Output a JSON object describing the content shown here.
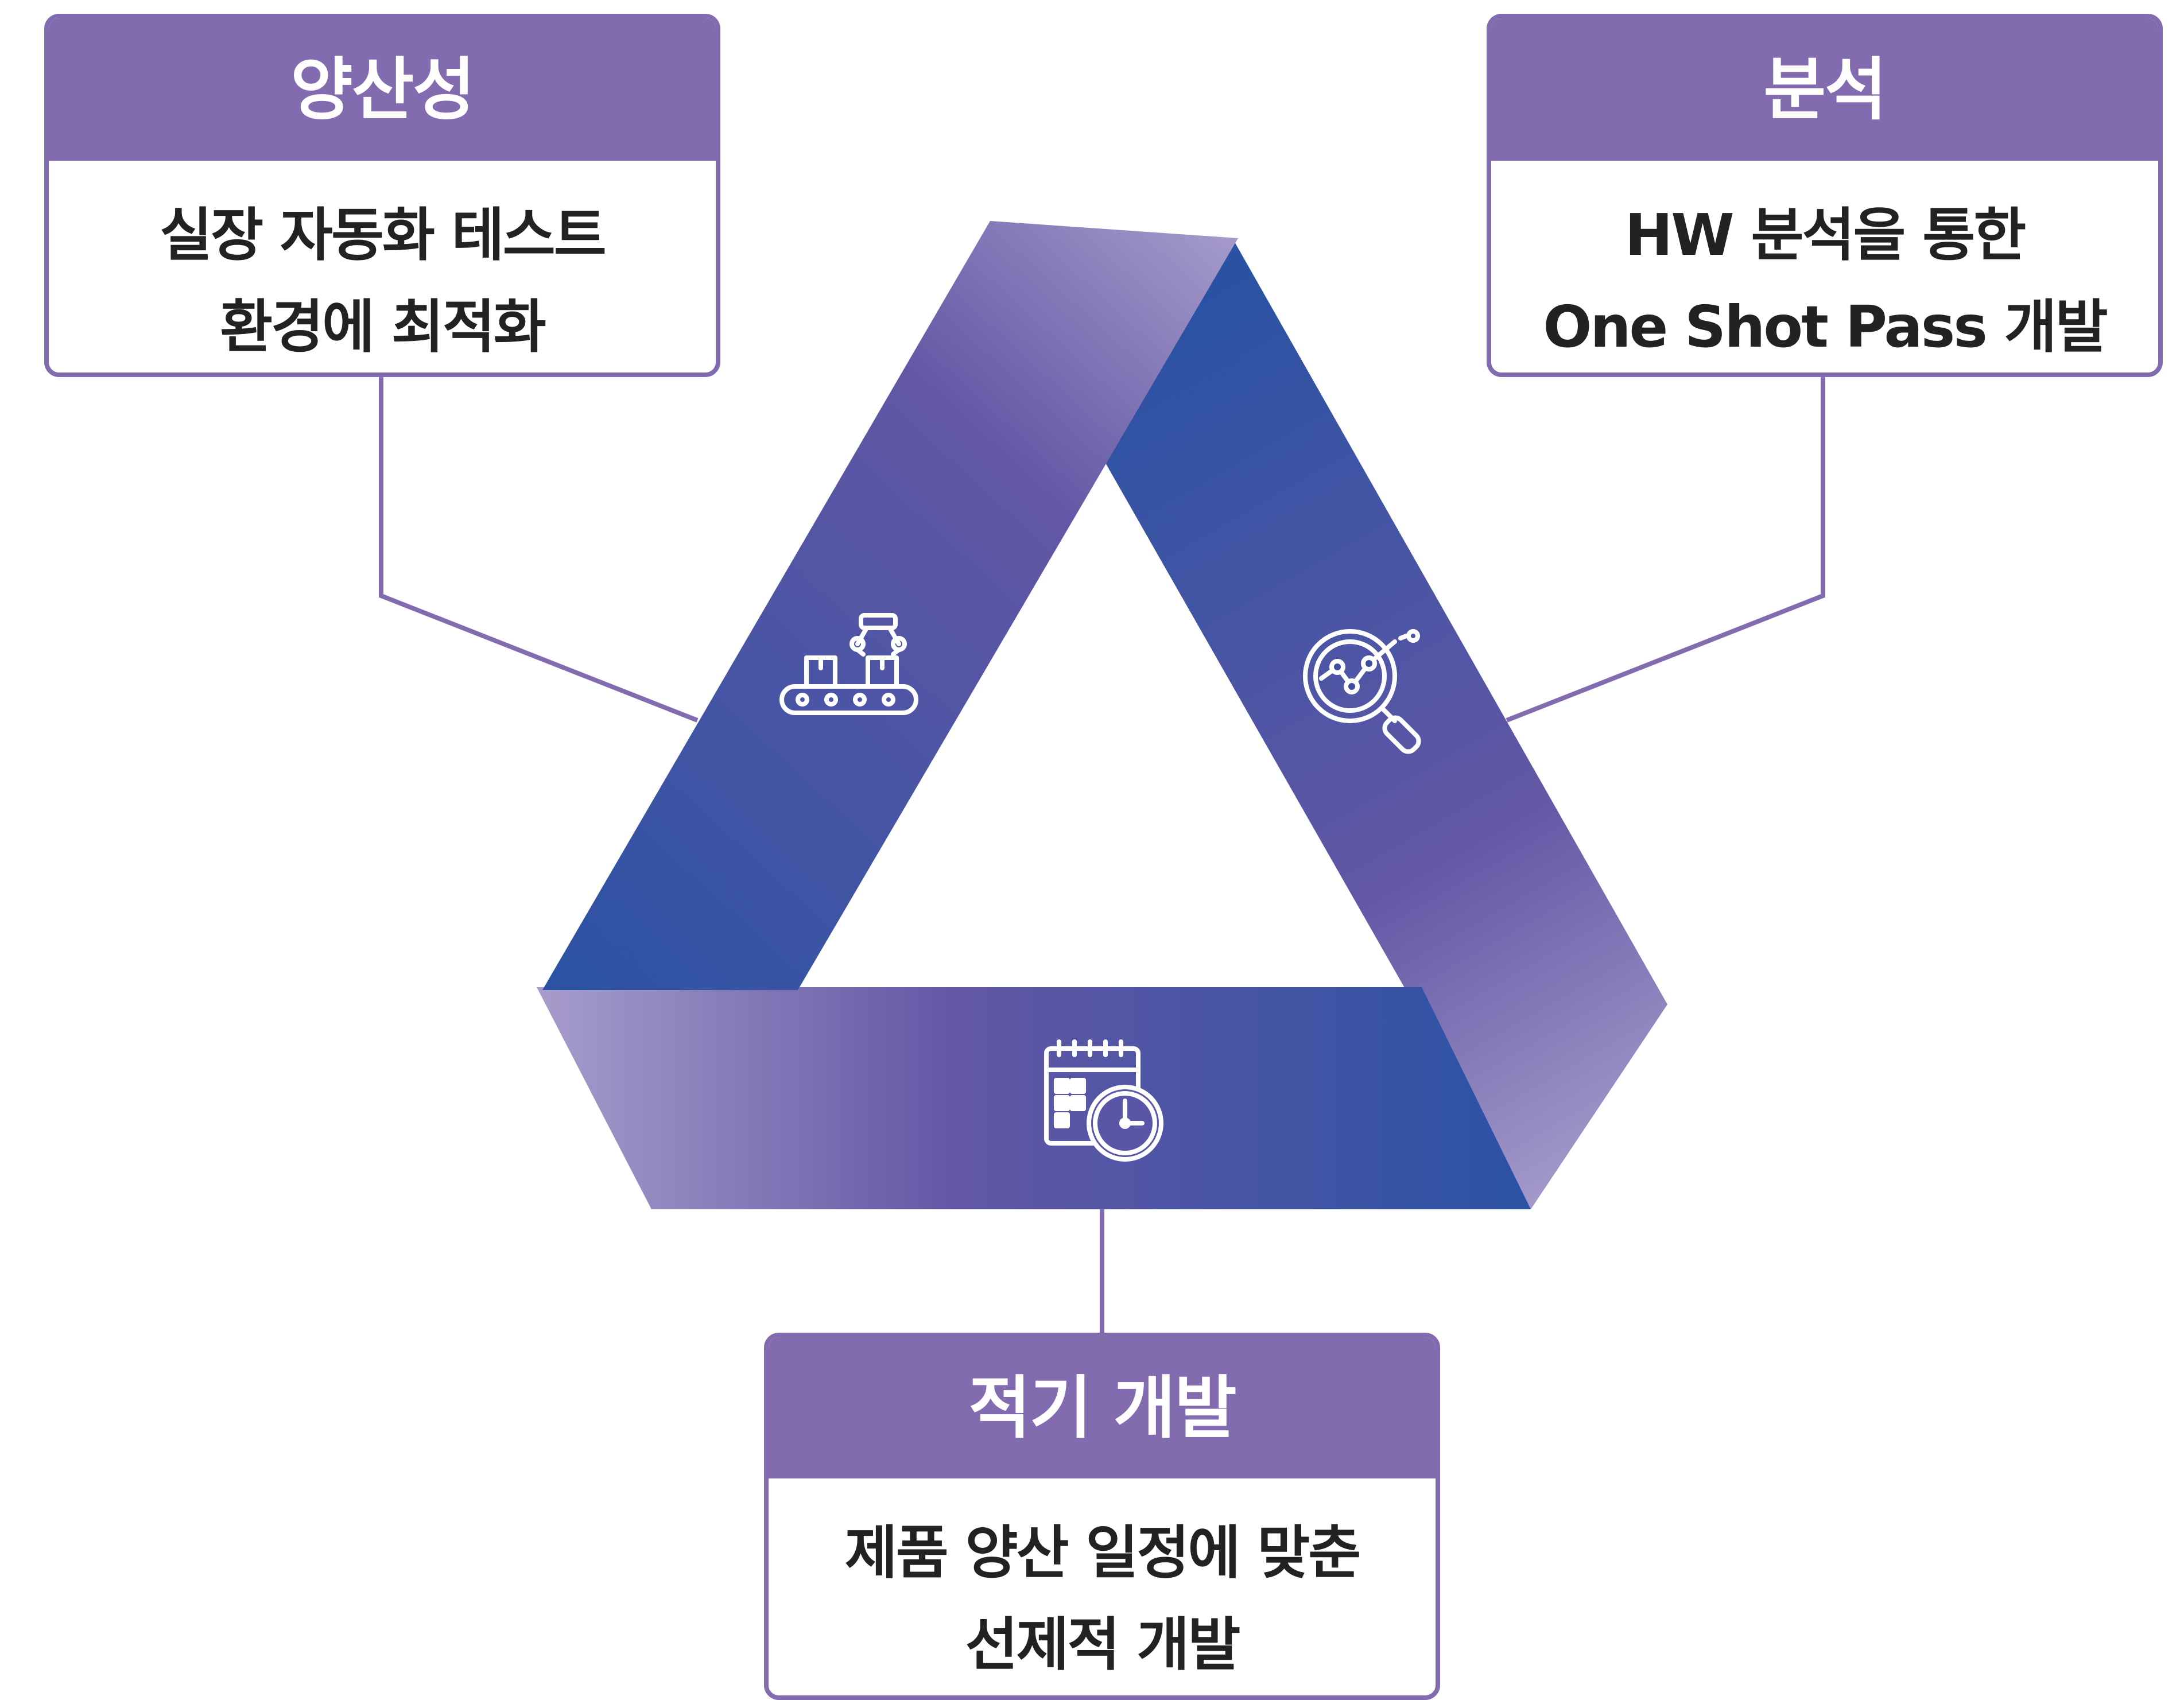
{
  "colors": {
    "accent": "#836bb0",
    "connector": "#836bb0",
    "band_light": "#a79ccb",
    "band_mid": "#6257a5",
    "band_dark": "#2a52a4",
    "text": "#222222"
  },
  "cards": {
    "productivity": {
      "title": "양산성",
      "line1": "실장 자동화 테스트",
      "line2": "환경에 최적화"
    },
    "analysis": {
      "title": "분석",
      "line1": "HW 분석을 통한",
      "line2": "One Shot Pass 개발"
    },
    "timely": {
      "title": "적기 개발",
      "line1": "제품 양산 일정에 맞춘",
      "line2": "선제적 개발"
    }
  },
  "icons": {
    "left_band": "conveyor-robot-icon",
    "right_band": "magnifier-chart-icon",
    "bottom_band": "calendar-clock-icon"
  }
}
